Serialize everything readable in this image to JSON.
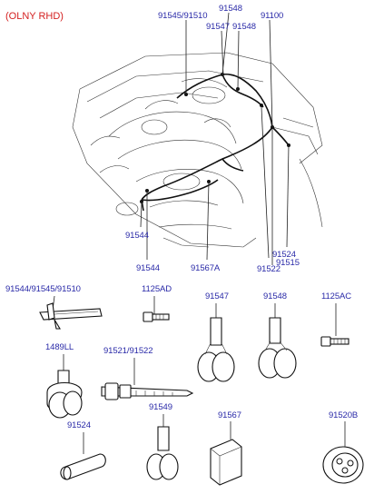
{
  "note": "(OLNY RHD)",
  "labels": {
    "l91545_91510_top": "91545/91510",
    "l91548_top": "91548",
    "l91547_top": "91547",
    "l91548_top2": "91548",
    "l91100": "91100",
    "l91544_a": "91544",
    "l91544_b": "91544",
    "l91567A": "91567A",
    "l91524_top": "91524",
    "l91515": "91515",
    "l91522_top": "91522",
    "l91544_91545_91510": "91544/91545/91510",
    "l1125AD": "1125AD",
    "l91547": "91547",
    "l91548": "91548",
    "l1125AC": "1125AC",
    "l1489LL": "1489LL",
    "l91521_91522": "91521/91522",
    "l91524": "91524",
    "l91549": "91549",
    "l91567": "91567",
    "l91520B": "91520B"
  }
}
